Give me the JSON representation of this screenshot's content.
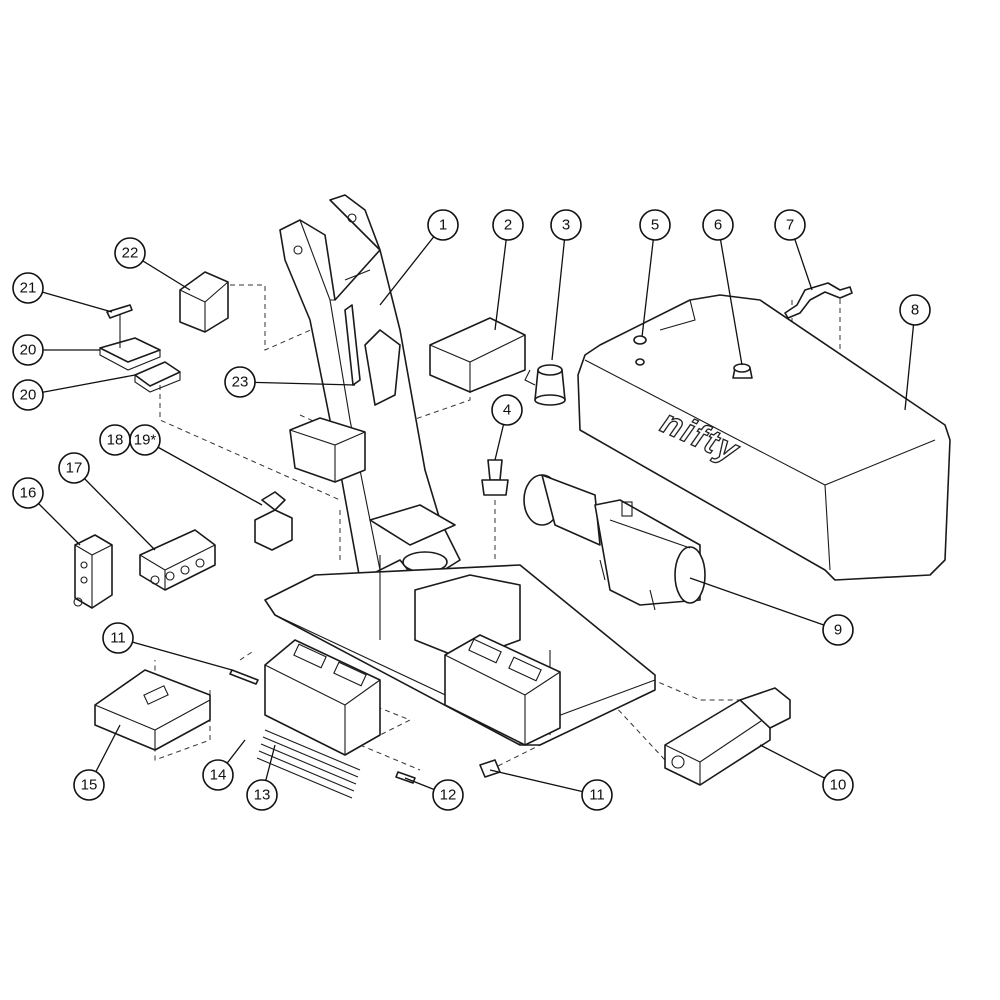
{
  "diagram": {
    "logo_text": "nifty",
    "callouts": [
      {
        "id": "c1",
        "label": "1"
      },
      {
        "id": "c2",
        "label": "2"
      },
      {
        "id": "c3",
        "label": "3"
      },
      {
        "id": "c4",
        "label": "4"
      },
      {
        "id": "c5",
        "label": "5"
      },
      {
        "id": "c6",
        "label": "6"
      },
      {
        "id": "c7",
        "label": "7"
      },
      {
        "id": "c8",
        "label": "8"
      },
      {
        "id": "c9",
        "label": "9"
      },
      {
        "id": "c10",
        "label": "10"
      },
      {
        "id": "c11a",
        "label": "11"
      },
      {
        "id": "c11b",
        "label": "11"
      },
      {
        "id": "c12",
        "label": "12"
      },
      {
        "id": "c13",
        "label": "13"
      },
      {
        "id": "c14",
        "label": "14"
      },
      {
        "id": "c15",
        "label": "15"
      },
      {
        "id": "c16",
        "label": "16"
      },
      {
        "id": "c17",
        "label": "17"
      },
      {
        "id": "c18",
        "label": "18"
      },
      {
        "id": "c19",
        "label": "19*"
      },
      {
        "id": "c20a",
        "label": "20"
      },
      {
        "id": "c20b",
        "label": "20"
      },
      {
        "id": "c21",
        "label": "21"
      },
      {
        "id": "c22",
        "label": "22"
      },
      {
        "id": "c23",
        "label": "23"
      }
    ]
  }
}
